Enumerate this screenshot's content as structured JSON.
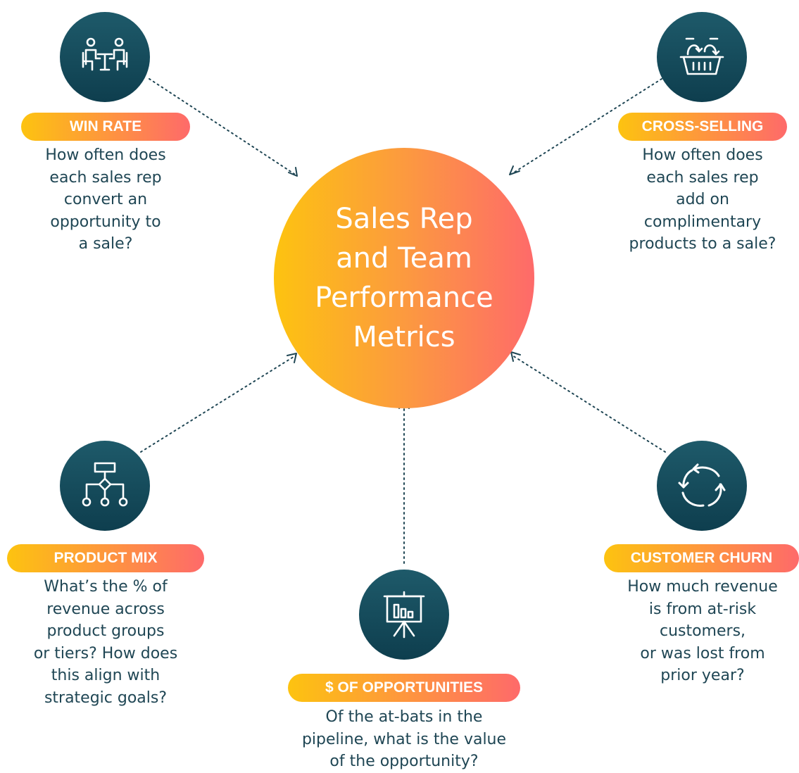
{
  "center": {
    "title": "Sales Rep\nand Team\nPerformance\nMetrics"
  },
  "metrics": [
    {
      "id": "win-rate",
      "label": "WIN RATE",
      "icon": "meeting-table-icon",
      "description": "How often does\neach sales rep\nconvert an\nopportunity to\na sale?"
    },
    {
      "id": "cross-selling",
      "label": "CROSS-SELLING",
      "icon": "shopping-basket-icon",
      "description": "How often does\neach sales rep\nadd on\ncomplimentary\nproducts to a sale?"
    },
    {
      "id": "product-mix",
      "label": "PRODUCT MIX",
      "icon": "flowchart-icon",
      "description": "What’s the % of\nrevenue across\nproduct groups\nor tiers? How does\nthis align with\nstrategic goals?"
    },
    {
      "id": "opportunities",
      "label": "$ OF OPPORTUNITIES",
      "icon": "presentation-chart-icon",
      "description": "Of the at-bats in the\npipeline, what is the value\nof the opportunity?"
    },
    {
      "id": "customer-churn",
      "label": "CUSTOMER CHURN",
      "icon": "circular-arrows-icon",
      "description": "How much revenue\nis from at-risk\ncustomers,\nor was lost from\nprior year?"
    }
  ],
  "colors": {
    "icon_circle": "#14495a",
    "text": "#1f4654",
    "gradient_start": "#fdc310",
    "gradient_end": "#fe6a6a"
  }
}
